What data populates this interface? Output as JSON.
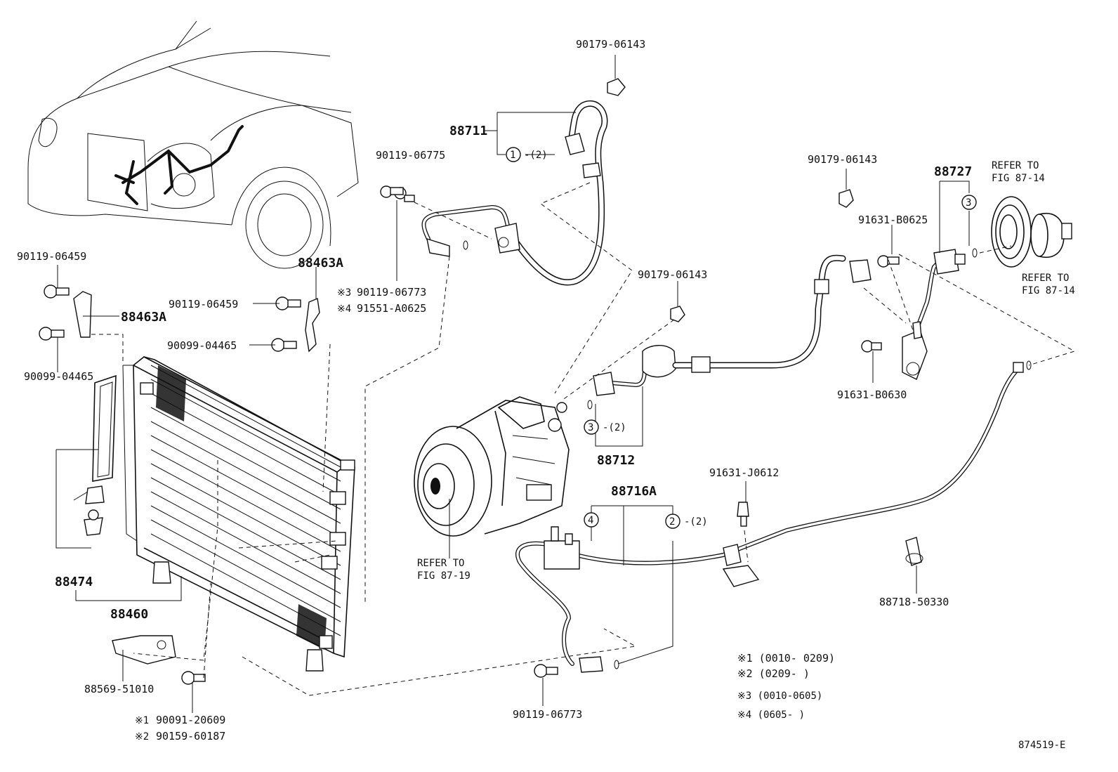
{
  "labels": {
    "p90179_06143_top": "90179-06143",
    "p88711": "88711",
    "c1_num": "1",
    "c1_qty": "-(2)",
    "p90119_06775": "90119-06775",
    "p90119_06773_mid": "90119-06773",
    "p91551_A0625": "91551-A0625",
    "mark3_a": "※3",
    "mark4_a": "※4",
    "p90179_06143_right": "90179-06143",
    "p88727": "88727",
    "c3_num_a": "3",
    "refer_87_14_top_1": "REFER TO",
    "refer_87_14_top_2": "FIG 87-14",
    "refer_87_14_bot_1": "REFER TO",
    "refer_87_14_bot_2": "FIG 87-14",
    "p91631_B0625": "91631-B0625",
    "p90179_06143_mid": "90179-06143",
    "p91631_B0630": "91631-B0630",
    "p90119_06459_left": "90119-06459",
    "p88463A_left": "88463A",
    "p88463A_right": "88463A",
    "p90119_06459_right": "90119-06459",
    "p90099_04465_right": "90099-04465",
    "p90099_04465_left": "90099-04465",
    "c3_num_b": "3",
    "c3_qty": "-(2)",
    "p88712": "88712",
    "p88716A": "88716A",
    "c4_num": "4",
    "c2_num": "2",
    "c2_qty": "-(2)",
    "p91631_J0612": "91631-J0612",
    "refer_87_19_1": "REFER TO",
    "refer_87_19_2": "FIG 87-19",
    "p88474": "88474",
    "p88460": "88460",
    "p88569_51010": "88569-51010",
    "p90091_20609": "90091-20609",
    "p90159_60187": "90159-60187",
    "mark1_a": "※1",
    "mark2_a": "※2",
    "p90119_06773_bot": "90119-06773",
    "p88718_50330": "88718-50330",
    "note1": "※1 (0010- 0209)",
    "note2": "※2 (0209-        )",
    "note3": "※3  (0010-0605)",
    "note4": "※4  (0605-      )",
    "fig_id": "874519-E"
  },
  "icons": {
    "car": "car-front-icon",
    "condenser": "condenser-icon",
    "compressor": "compressor-icon",
    "clutch": "magnetic-clutch-icon"
  }
}
